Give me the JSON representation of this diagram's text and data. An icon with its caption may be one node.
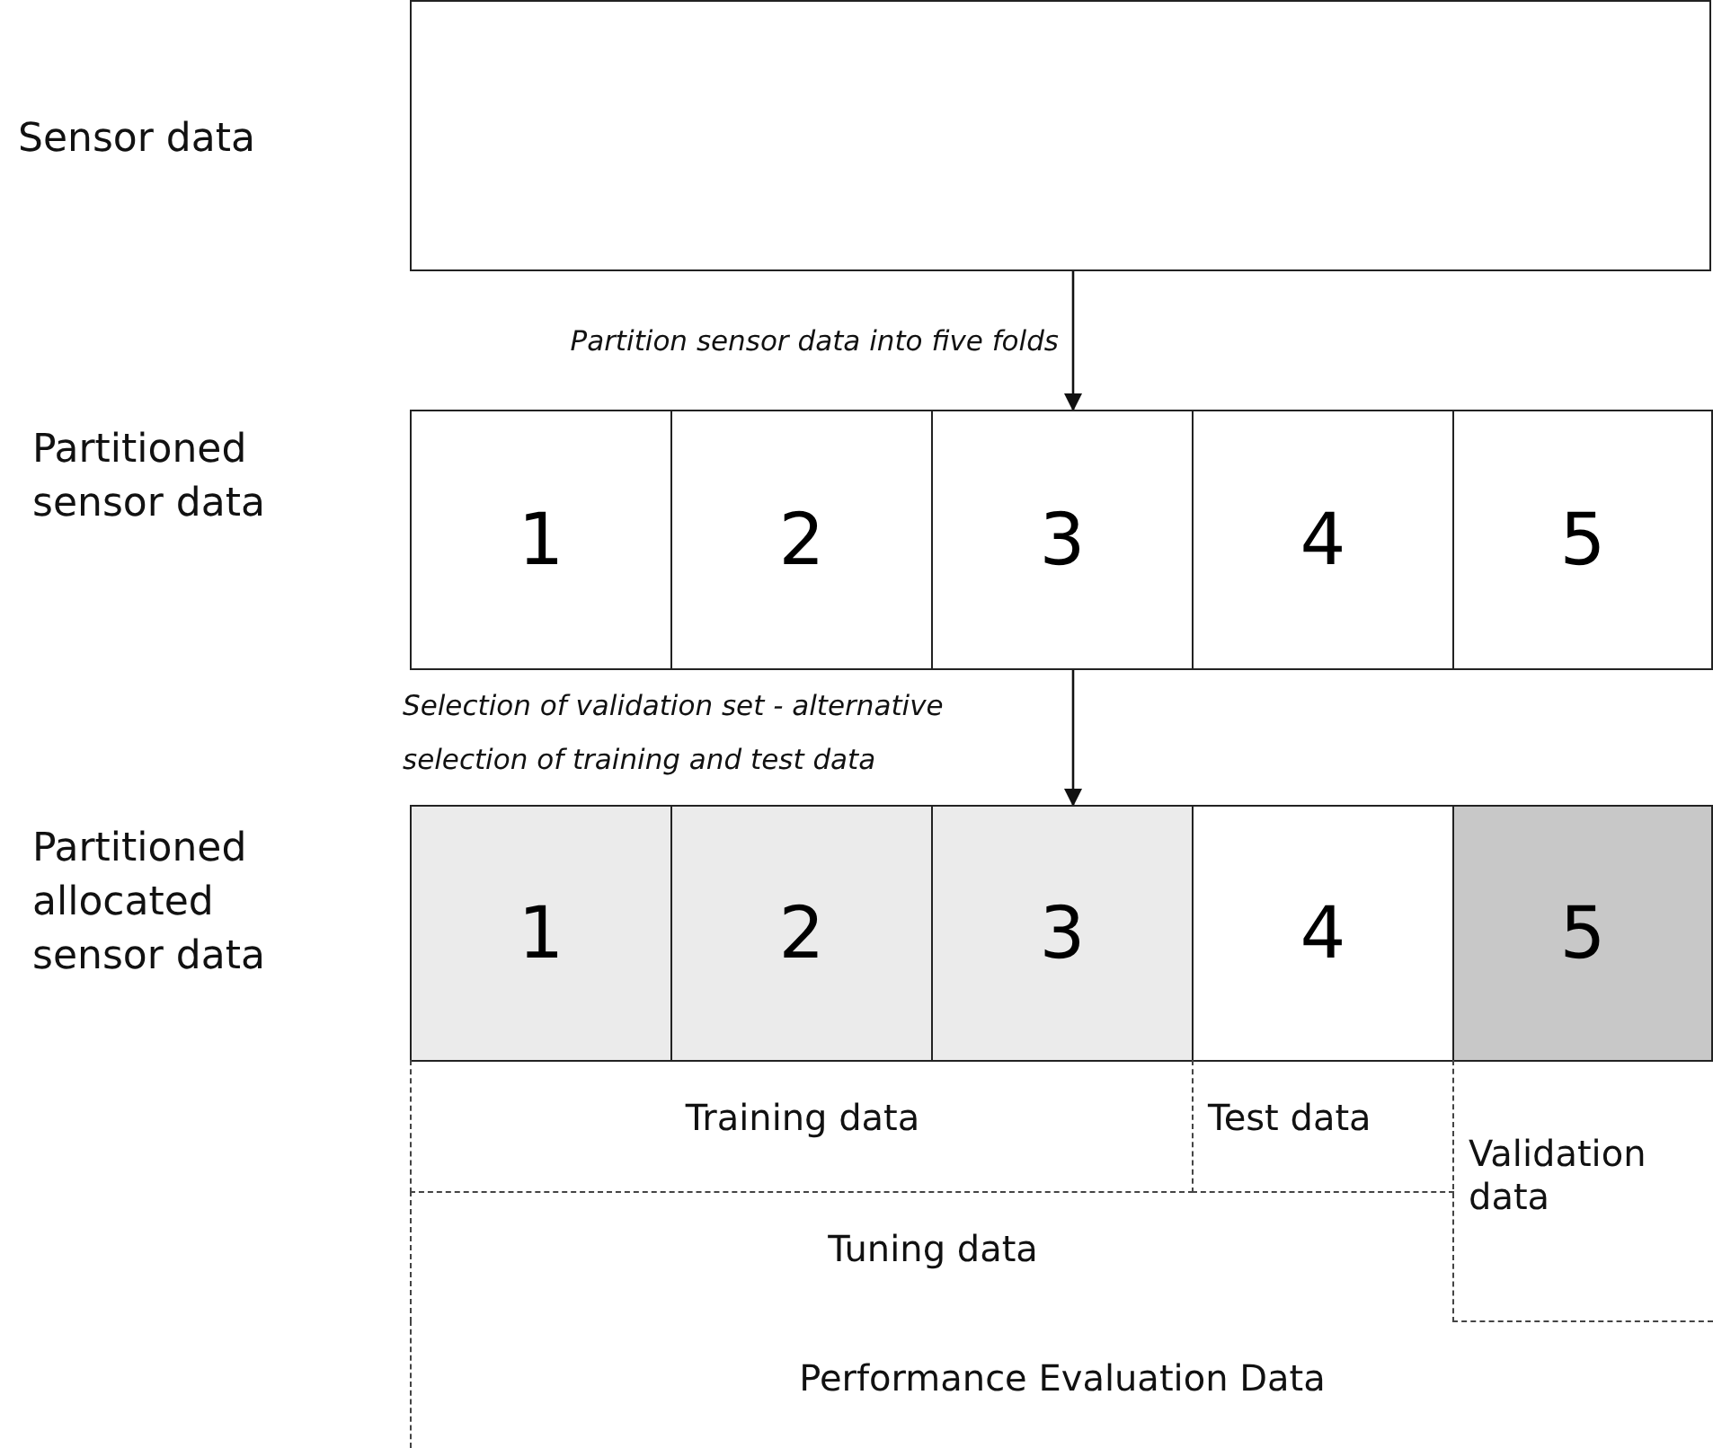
{
  "diagram": {
    "nodes": [
      {
        "text": [
          "Sensor data"
        ]
      },
      {
        "text": [
          "Partitioned sensor data"
        ]
      },
      {
        "text": [
          "1"
        ],
        "in": 1
      },
      {
        "text": [
          "2"
        ],
        "in": 1
      },
      {
        "text": [
          "3"
        ],
        "in": 1
      },
      {
        "text": [
          "4"
        ],
        "in": 1
      },
      {
        "text": [
          "5"
        ],
        "in": 1
      },
      {
        "text": [
          "Partitioned allocated sensor data"
        ]
      },
      {
        "text": [
          "1"
        ],
        "in": 7
      },
      {
        "text": [
          "2"
        ],
        "in": 7
      },
      {
        "text": [
          "3"
        ],
        "in": 7
      },
      {
        "text": [
          "4"
        ],
        "in": 7
      },
      {
        "text": [
          "5"
        ],
        "in": 7
      },
      {
        "text": [
          "Training data"
        ]
      },
      {
        "text": [
          "Test data"
        ]
      },
      {
        "text": [
          "Validation data"
        ]
      },
      {
        "text": [
          "Tuning data"
        ]
      },
      {
        "text": [
          "Performance Evaluation Data"
        ]
      }
    ],
    "edges": [
      {
        "from": 0,
        "to": 1,
        "arrow": "to",
        "label": "Partition sensor data into five folds"
      },
      {
        "from": 1,
        "to": 7,
        "arrow": "to",
        "label": "Selection of validation set - alternative selection of training and test data"
      }
    ]
  }
}
